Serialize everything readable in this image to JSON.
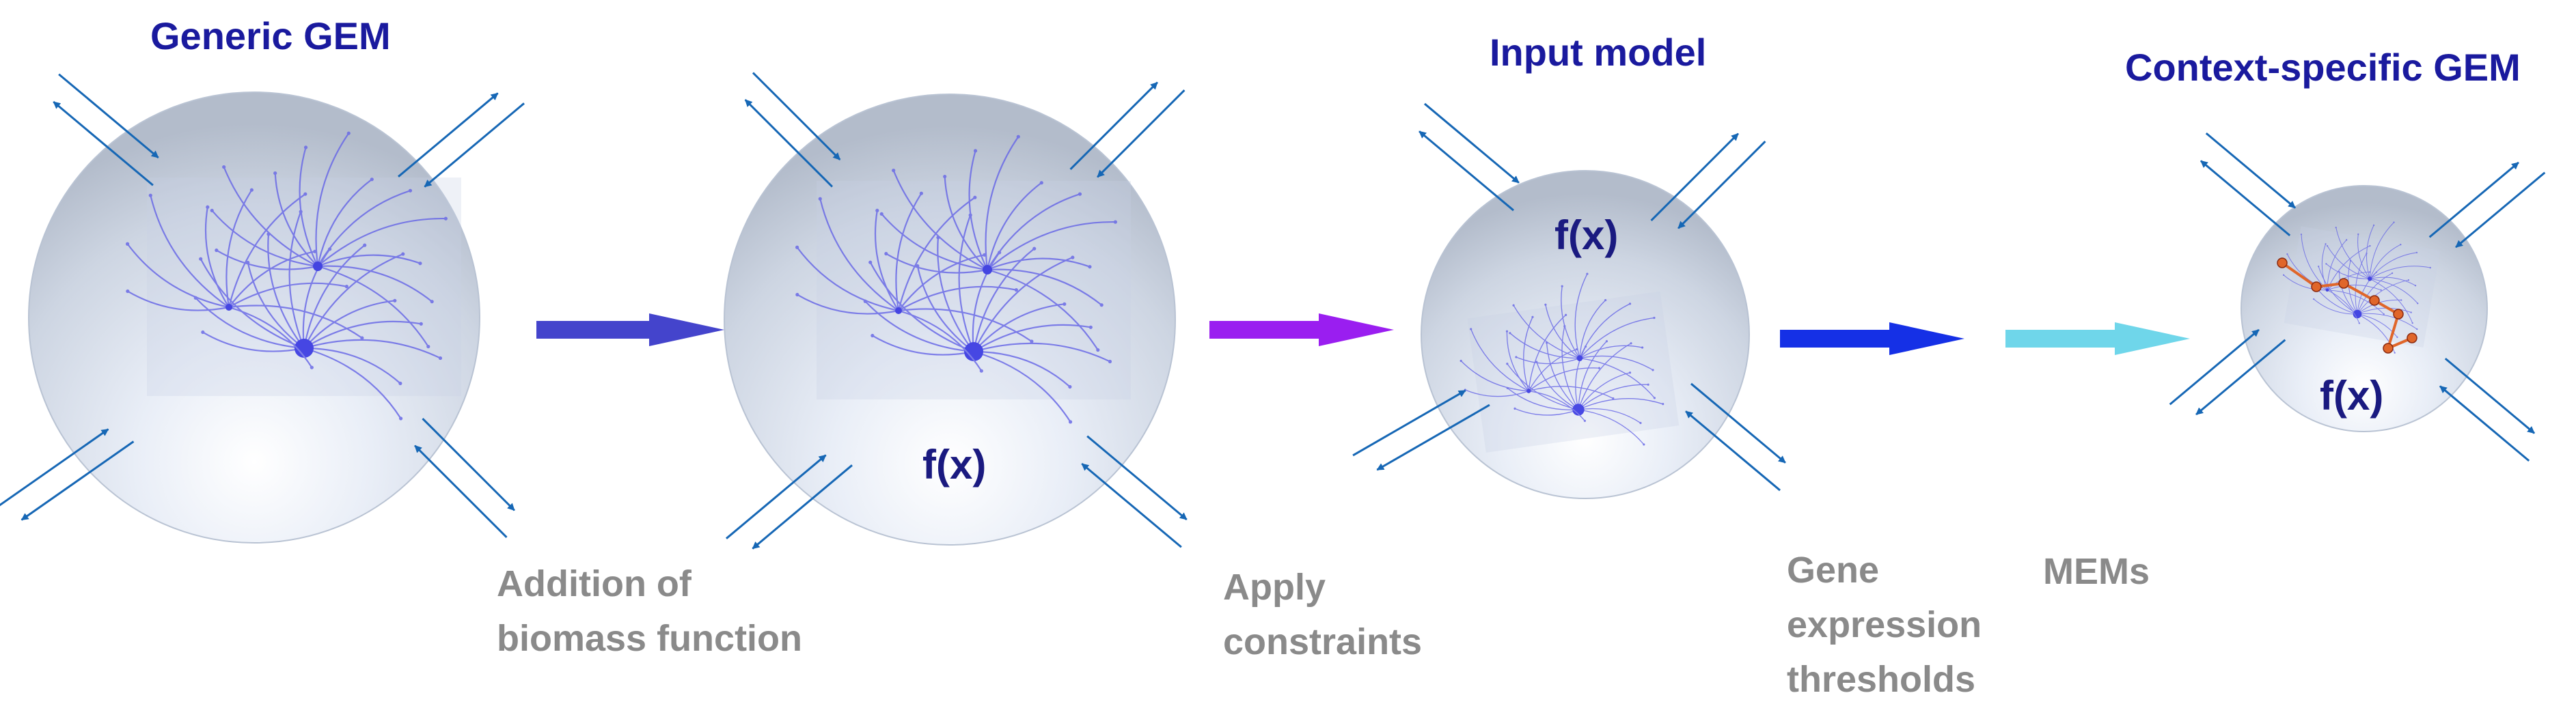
{
  "stages": {
    "generic": {
      "title": "Generic GEM"
    },
    "biomass": {
      "fx": "f(x)"
    },
    "input": {
      "title": "Input model",
      "fx": "f(x)"
    },
    "context": {
      "title": "Context-specific GEM",
      "fx": "f(x)"
    }
  },
  "steps": {
    "add_biomass": {
      "line1": "Addition of",
      "line2": "biomass function"
    },
    "constraints": {
      "line1": "Apply",
      "line2": "constraints"
    },
    "thresholds": {
      "line1": "Gene",
      "line2": "expression",
      "line3": "thresholds"
    },
    "mems": {
      "line1": "MEMs"
    }
  },
  "colors": {
    "sphere_edge": "#b9c3d3",
    "network": "#6a6ae6",
    "port_arrow": "#1667b5",
    "arrow_1": "#4444cc",
    "arrow_2": "#9a1ef0",
    "arrow_3": "#1530e6",
    "arrow_4": "#6fd6ea",
    "highlight_path": "#e0662a",
    "title": "#1a1a9e",
    "step_label": "#8a8a8a"
  }
}
